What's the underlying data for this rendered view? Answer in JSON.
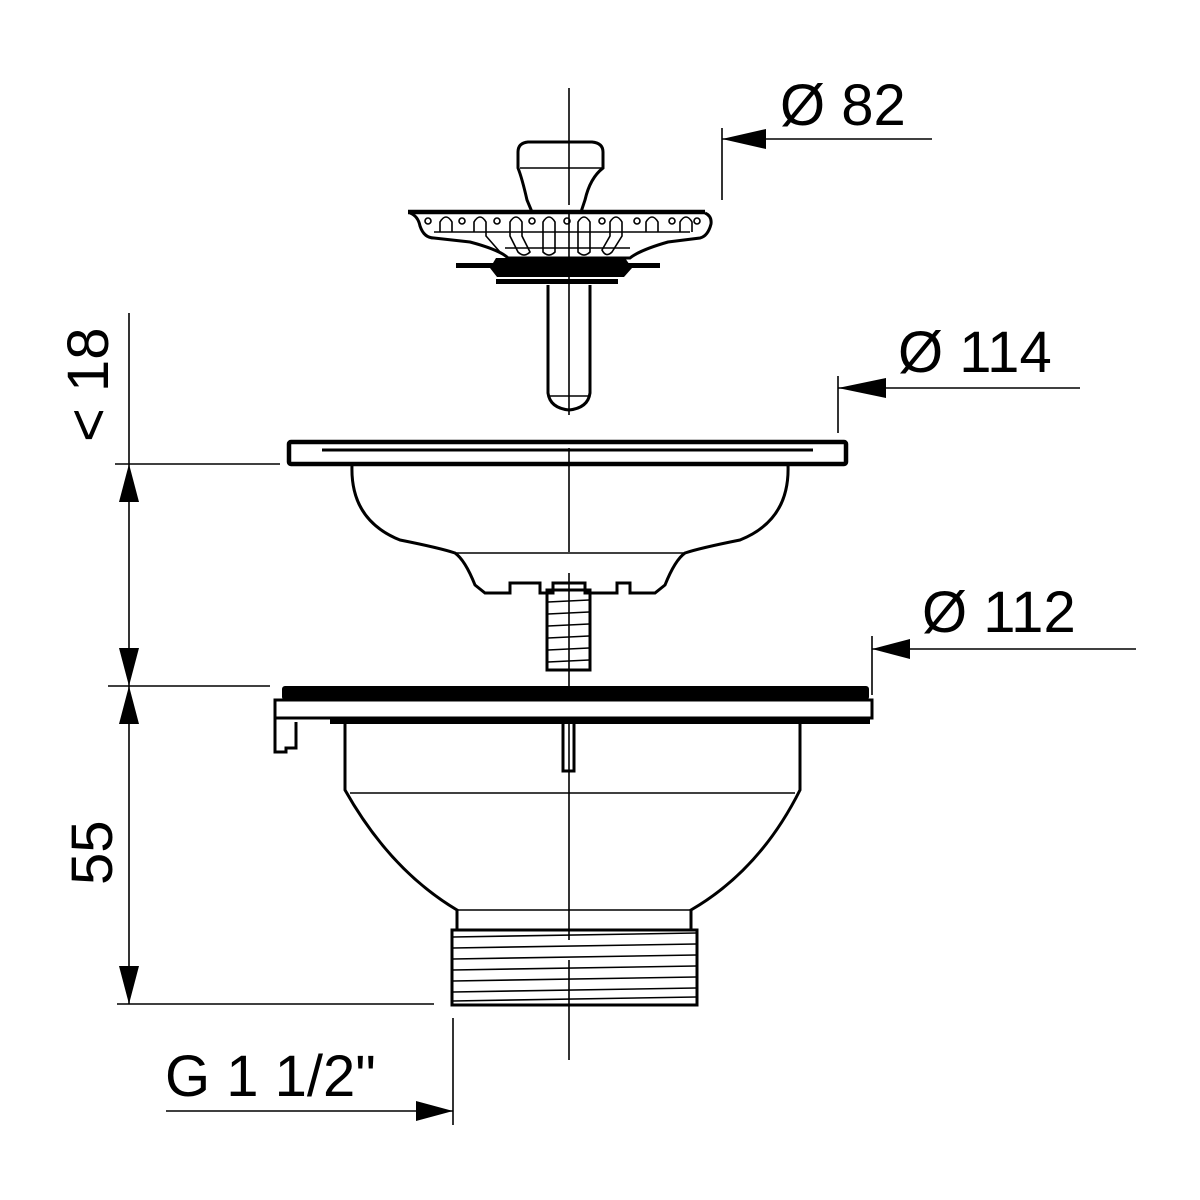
{
  "drawing": {
    "subject": "Sink strainer waste assembly",
    "parts": [
      "strainer basket plug",
      "flange body",
      "waste outlet body"
    ],
    "ink_color": "#000000",
    "background_color": "#ffffff"
  },
  "dimensions": {
    "strainer_diameter": "Ø 82",
    "flange_diameter": "Ø 114",
    "outlet_flange_diameter": "Ø 112",
    "flange_thickness": "< 18",
    "body_height": "55",
    "thread": "G 1 1/2\""
  }
}
